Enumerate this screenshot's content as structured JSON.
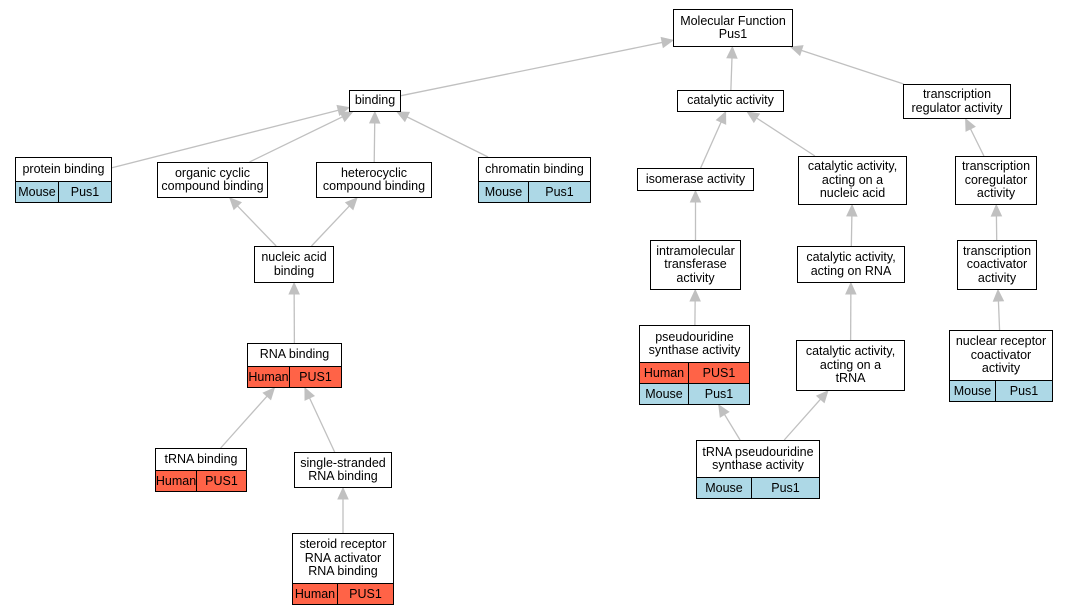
{
  "graph": {
    "colors": {
      "human": "#ff6347",
      "mouse": "#add8e6",
      "edge": "#c0c0c0",
      "border": "#000000"
    },
    "nodes": [
      {
        "id": "mf",
        "label": "Molecular Function\nPus1",
        "rows": []
      },
      {
        "id": "binding",
        "label": "binding",
        "rows": []
      },
      {
        "id": "catalytic",
        "label": "catalytic activity",
        "rows": []
      },
      {
        "id": "txreg",
        "label": "transcription\nregulator activity",
        "rows": []
      },
      {
        "id": "protbind",
        "label": "protein binding",
        "rows": [
          {
            "species": "Mouse",
            "gene": "Pus1"
          }
        ]
      },
      {
        "id": "orgcyc",
        "label": "organic cyclic\ncompound binding",
        "rows": []
      },
      {
        "id": "hetcyc",
        "label": "heterocyclic\ncompound binding",
        "rows": []
      },
      {
        "id": "chrom",
        "label": "chromatin binding",
        "rows": [
          {
            "species": "Mouse",
            "gene": "Pus1"
          }
        ]
      },
      {
        "id": "isomerase",
        "label": "isomerase activity",
        "rows": []
      },
      {
        "id": "catnuc",
        "label": "catalytic activity,\nacting on a\nnucleic acid",
        "rows": []
      },
      {
        "id": "txcoreg",
        "label": "transcription\ncoregulator\nactivity",
        "rows": []
      },
      {
        "id": "nucbind",
        "label": "nucleic acid\nbinding",
        "rows": []
      },
      {
        "id": "intramol",
        "label": "intramolecular\ntransferase\nactivity",
        "rows": []
      },
      {
        "id": "catrna",
        "label": "catalytic activity,\nacting on RNA",
        "rows": []
      },
      {
        "id": "txcoact",
        "label": "transcription\ncoactivator\nactivity",
        "rows": []
      },
      {
        "id": "rnabind",
        "label": "RNA binding",
        "rows": [
          {
            "species": "Human",
            "gene": "PUS1"
          }
        ]
      },
      {
        "id": "pseudo",
        "label": "pseudouridine\nsynthase activity",
        "rows": [
          {
            "species": "Human",
            "gene": "PUS1"
          },
          {
            "species": "Mouse",
            "gene": "Pus1"
          }
        ]
      },
      {
        "id": "cattrna",
        "label": "catalytic activity,\nacting on a\ntRNA",
        "rows": []
      },
      {
        "id": "nuclrec",
        "label": "nuclear receptor\ncoactivator\nactivity",
        "rows": [
          {
            "species": "Mouse",
            "gene": "Pus1"
          }
        ]
      },
      {
        "id": "trnabind",
        "label": "tRNA binding",
        "rows": [
          {
            "species": "Human",
            "gene": "PUS1"
          }
        ]
      },
      {
        "id": "ssrna",
        "label": "single-stranded\nRNA binding",
        "rows": []
      },
      {
        "id": "trnapseudo",
        "label": "tRNA pseudouridine\nsynthase activity",
        "rows": [
          {
            "species": "Mouse",
            "gene": "Pus1"
          }
        ]
      },
      {
        "id": "steroid",
        "label": "steroid receptor\nRNA activator\nRNA binding",
        "rows": [
          {
            "species": "Human",
            "gene": "PUS1"
          }
        ]
      }
    ],
    "edges": [
      {
        "from": "binding",
        "to": "mf"
      },
      {
        "from": "catalytic",
        "to": "mf"
      },
      {
        "from": "txreg",
        "to": "mf"
      },
      {
        "from": "protbind",
        "to": "binding"
      },
      {
        "from": "orgcyc",
        "to": "binding"
      },
      {
        "from": "hetcyc",
        "to": "binding"
      },
      {
        "from": "chrom",
        "to": "binding"
      },
      {
        "from": "isomerase",
        "to": "catalytic"
      },
      {
        "from": "catnuc",
        "to": "catalytic"
      },
      {
        "from": "txcoreg",
        "to": "txreg"
      },
      {
        "from": "nucbind",
        "to": "orgcyc"
      },
      {
        "from": "nucbind",
        "to": "hetcyc"
      },
      {
        "from": "intramol",
        "to": "isomerase"
      },
      {
        "from": "catrna",
        "to": "catnuc"
      },
      {
        "from": "txcoact",
        "to": "txcoreg"
      },
      {
        "from": "rnabind",
        "to": "nucbind"
      },
      {
        "from": "pseudo",
        "to": "intramol"
      },
      {
        "from": "cattrna",
        "to": "catrna"
      },
      {
        "from": "nuclrec",
        "to": "txcoact"
      },
      {
        "from": "trnabind",
        "to": "rnabind"
      },
      {
        "from": "ssrna",
        "to": "rnabind"
      },
      {
        "from": "trnapseudo",
        "to": "pseudo"
      },
      {
        "from": "trnapseudo",
        "to": "cattrna"
      },
      {
        "from": "steroid",
        "to": "ssrna"
      }
    ]
  }
}
